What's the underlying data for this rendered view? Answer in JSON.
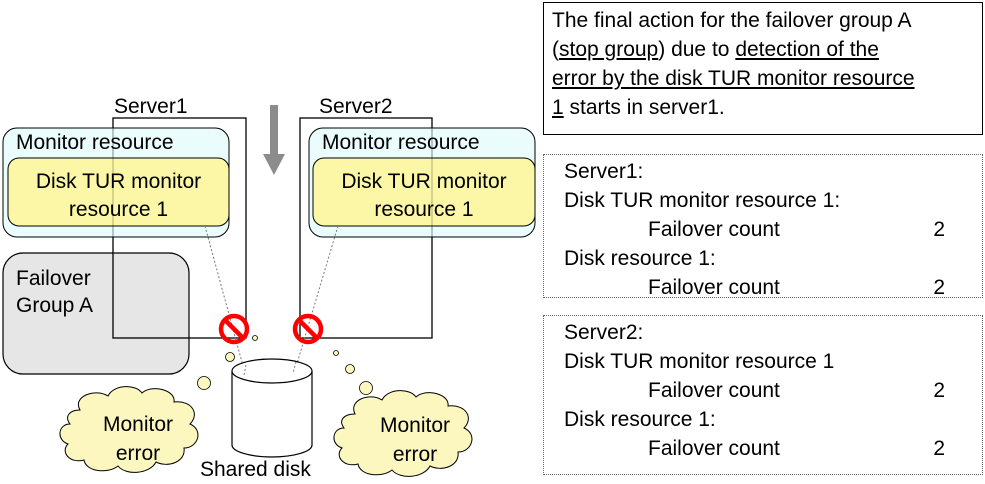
{
  "servers": [
    {
      "label": "Server1",
      "monitor_group_label": "Monitor resource",
      "monitor_label_line1": "Disk TUR monitor",
      "monitor_label_line2": "resource 1"
    },
    {
      "label": "Server2",
      "monitor_group_label": "Monitor resource",
      "monitor_label_line1": "Disk TUR monitor",
      "monitor_label_line2": "resource 1"
    }
  ],
  "failover_group": {
    "line1": "Failover",
    "line2": "Group A"
  },
  "shared_disk_label": "Shared disk",
  "errors": [
    {
      "line1": "Monitor",
      "line2": "error"
    },
    {
      "line1": "Monitor",
      "line2": "error"
    }
  ],
  "description": {
    "part1": "The final action for the failover group A",
    "part2_open": "(",
    "part2_ul1": "stop group",
    "part2_mid": ") due to ",
    "part2_ul2": "detection of the",
    "part3_ul": "error by the disk TUR monitor resource",
    "part4_ul": "1",
    "part4_rest": " starts in server1."
  },
  "server1_status": {
    "title": "Server1:",
    "monitor_resource": "Disk TUR monitor resource 1:",
    "monitor_failover_label": "Failover count",
    "monitor_failover_value": "2",
    "disk_resource": "Disk resource 1:",
    "disk_failover_label": "Failover count",
    "disk_failover_value": "2"
  },
  "server2_status": {
    "title": "Server2:",
    "monitor_resource": "Disk TUR monitor resource 1",
    "monitor_failover_label": "Failover count",
    "monitor_failover_value": "2",
    "disk_resource": "Disk resource 1:",
    "disk_failover_label": "Failover count",
    "disk_failover_value": "2"
  },
  "colors": {
    "monitor_group_fill": "#e6fbfc",
    "monitor_box_fill": "#fcf7a6",
    "failover_group_fill": "#e6e6e6",
    "cloud_fill": "#fcf7bf",
    "prohibit_red": "#ff0000",
    "arrow_gray": "#8c8c8c"
  }
}
